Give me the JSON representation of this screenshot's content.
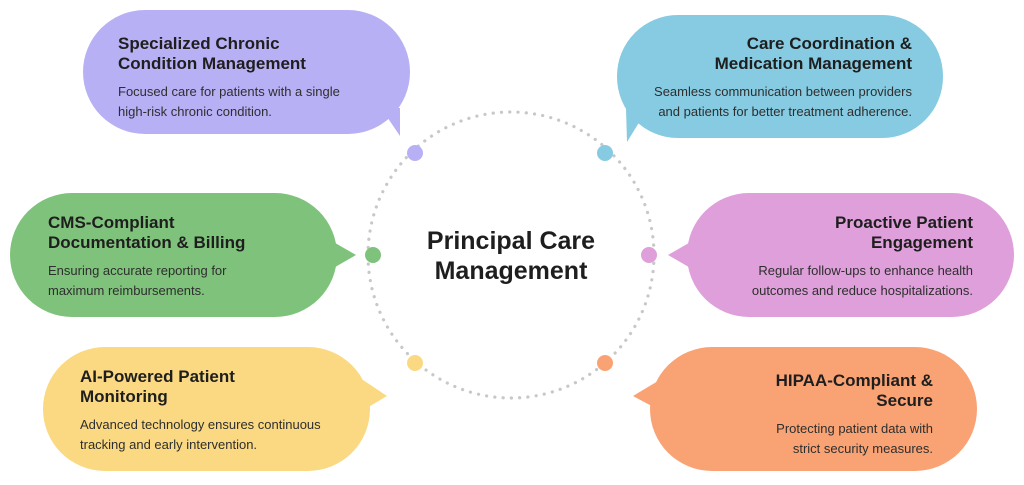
{
  "center": {
    "title_line1": "Principal Care",
    "title_line2": "Management"
  },
  "colors": {
    "purple": "#b8b0f5",
    "blue": "#86cbe2",
    "green": "#7fc27b",
    "pink": "#df9fdb",
    "yellow": "#fbd982",
    "orange": "#f9a374",
    "ring_dots": "#c8c8c8"
  },
  "bubbles": [
    {
      "id": "specialized-chronic-condition-management",
      "color": "purple",
      "title_line1": "Specialized Chronic",
      "title_line2": "Condition Management",
      "desc_line1": "Focused care for patients with a single",
      "desc_line2": "high-risk chronic condition."
    },
    {
      "id": "care-coordination-medication-management",
      "color": "blue",
      "title_line1": "Care Coordination &",
      "title_line2": "Medication Management",
      "desc_line1": "Seamless communication between providers",
      "desc_line2": "and patients for better treatment adherence."
    },
    {
      "id": "cms-compliant-documentation-billing",
      "color": "green",
      "title_line1": "CMS-Compliant",
      "title_line2": "Documentation & Billing",
      "desc_line1": "Ensuring accurate reporting for",
      "desc_line2": "maximum reimbursements."
    },
    {
      "id": "proactive-patient-engagement",
      "color": "pink",
      "title_line1": "Proactive Patient",
      "title_line2": "Engagement",
      "desc_line1": "Regular follow-ups to enhance health",
      "desc_line2": "outcomes and reduce hospitalizations."
    },
    {
      "id": "ai-powered-patient-monitoring",
      "color": "yellow",
      "title_line1": "AI-Powered Patient",
      "title_line2": "Monitoring",
      "desc_line1": "Advanced technology ensures continuous",
      "desc_line2": "tracking and early intervention."
    },
    {
      "id": "hipaa-compliant-secure",
      "color": "orange",
      "title_line1": "HIPAA-Compliant &",
      "title_line2": "Secure",
      "desc_line1": "Protecting patient data with",
      "desc_line2": "strict security measures."
    }
  ]
}
